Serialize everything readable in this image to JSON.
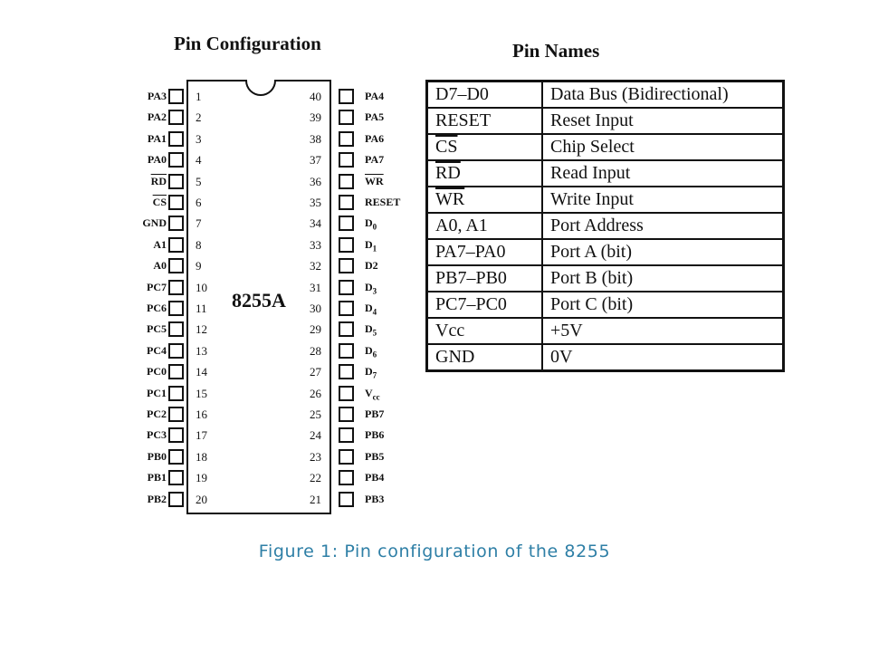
{
  "figure": {
    "pin_config_title": "Pin Configuration",
    "pin_names_title": "Pin Names",
    "chip_label": "8255A",
    "caption": "Figure 1: Pin configuration of the 8255"
  },
  "left_pins": [
    {
      "name": "PA3",
      "num": "1"
    },
    {
      "name": "PA2",
      "num": "2"
    },
    {
      "name": "PA1",
      "num": "3"
    },
    {
      "name": "PA0",
      "num": "4"
    },
    {
      "name": "RD",
      "num": "5",
      "overline": true
    },
    {
      "name": "CS",
      "num": "6",
      "overline": true
    },
    {
      "name": "GND",
      "num": "7"
    },
    {
      "name": "A1",
      "num": "8"
    },
    {
      "name": "A0",
      "num": "9"
    },
    {
      "name": "PC7",
      "num": "10"
    },
    {
      "name": "PC6",
      "num": "11"
    },
    {
      "name": "PC5",
      "num": "12"
    },
    {
      "name": "PC4",
      "num": "13"
    },
    {
      "name": "PC0",
      "num": "14"
    },
    {
      "name": "PC1",
      "num": "15"
    },
    {
      "name": "PC2",
      "num": "16"
    },
    {
      "name": "PC3",
      "num": "17"
    },
    {
      "name": "PB0",
      "num": "18"
    },
    {
      "name": "PB1",
      "num": "19"
    },
    {
      "name": "PB2",
      "num": "20"
    }
  ],
  "right_pins": [
    {
      "name": "PA4",
      "num": "40"
    },
    {
      "name": "PA5",
      "num": "39"
    },
    {
      "name": "PA6",
      "num": "38"
    },
    {
      "name": "PA7",
      "num": "37"
    },
    {
      "name": "WR",
      "num": "36",
      "overline": true
    },
    {
      "name": "RESET",
      "num": "35"
    },
    {
      "name": "D",
      "sub": "0",
      "num": "34"
    },
    {
      "name": "D",
      "sub": "1",
      "num": "33"
    },
    {
      "name": "D2",
      "num": "32"
    },
    {
      "name": "D",
      "sub": "3",
      "num": "31"
    },
    {
      "name": "D",
      "sub": "4",
      "num": "30"
    },
    {
      "name": "D",
      "sub": "5",
      "num": "29"
    },
    {
      "name": "D",
      "sub": "6",
      "num": "28"
    },
    {
      "name": "D",
      "sub": "7",
      "num": "27"
    },
    {
      "name": "V",
      "sub": "cc",
      "num": "26"
    },
    {
      "name": "PB7",
      "num": "25"
    },
    {
      "name": "PB6",
      "num": "24"
    },
    {
      "name": "PB5",
      "num": "23"
    },
    {
      "name": "PB4",
      "num": "22"
    },
    {
      "name": "PB3",
      "num": "21"
    }
  ],
  "pin_names": [
    {
      "pin": "D7–D0",
      "desc": "Data Bus (Bidirectional)"
    },
    {
      "pin": "RESET",
      "desc": "Reset Input"
    },
    {
      "pin": "CS",
      "desc": "Chip Select",
      "overline": true
    },
    {
      "pin": "RD",
      "desc": "Read Input",
      "overline": true
    },
    {
      "pin": "WR",
      "desc": "Write Input",
      "overline": true
    },
    {
      "pin": "A0, A1",
      "desc": "Port Address"
    },
    {
      "pin": "PA7–PA0",
      "desc": "Port A (bit)"
    },
    {
      "pin": "PB7–PB0",
      "desc": "Port B (bit)"
    },
    {
      "pin": "PC7–PC0",
      "desc": "Port C (bit)"
    },
    {
      "pin": "Vcc",
      "desc": "+5V"
    },
    {
      "pin": "GND",
      "desc": "0V"
    }
  ]
}
